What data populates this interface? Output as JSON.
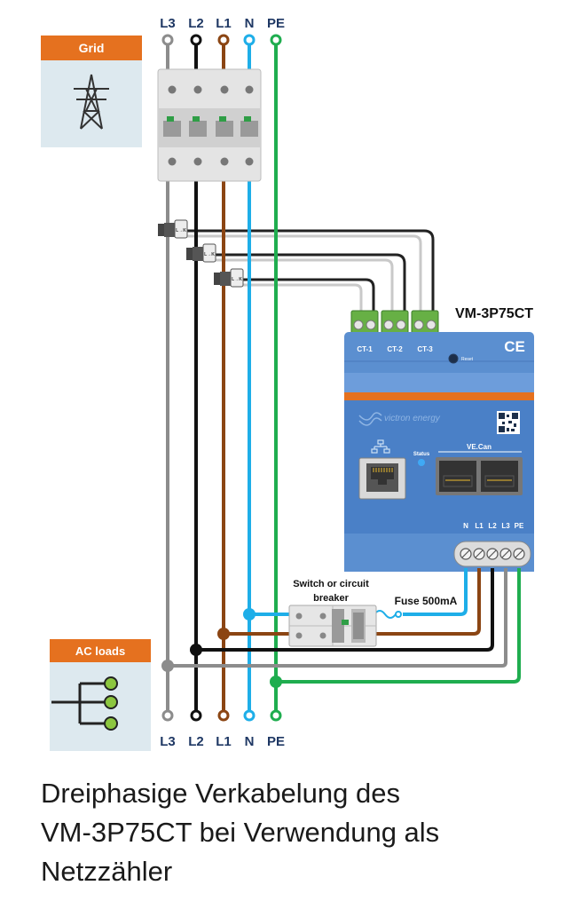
{
  "top_labels": {
    "l3": "L3",
    "l2": "L2",
    "l1": "L1",
    "n": "N",
    "pe": "PE"
  },
  "bottom_labels": {
    "l3": "L3",
    "l2": "L2",
    "l1": "L1",
    "n": "N",
    "pe": "PE"
  },
  "grid_box": {
    "title": "Grid",
    "icon": "pylon-icon"
  },
  "ac_loads_box": {
    "title": "AC loads",
    "icon": "load-tree-icon"
  },
  "device": {
    "model": "VM-3P75CT",
    "ct_labels": [
      "CT-1",
      "CT-2",
      "CT-3"
    ],
    "ce_mark": "CE",
    "reset_label": "Reset",
    "brand": "victron energy",
    "status_label": "Status",
    "vecan_label": "VE.Can",
    "terminal_labels": [
      "N",
      "L1",
      "L2",
      "L3",
      "PE"
    ]
  },
  "switch_label_line1": "Switch or circuit",
  "switch_label_line2": "breaker",
  "fuse_label": "Fuse 500mA",
  "ct_clamp_text": "L→K",
  "caption_lines": [
    "Dreiphasige Verkabelung des",
    "VM-3P75CT bei Verwendung als",
    "Netzzähler"
  ],
  "colors": {
    "accent_orange": "#e5711f",
    "box_bg": "#dde9ef",
    "l3_grey": "#8c8c8c",
    "l2_black": "#111111",
    "l1_brown": "#8b4513",
    "n_blue": "#1eaee8",
    "pe_green": "#1fad4f",
    "device_blue": "#5b8fd0",
    "label_navy": "#1f3864"
  }
}
